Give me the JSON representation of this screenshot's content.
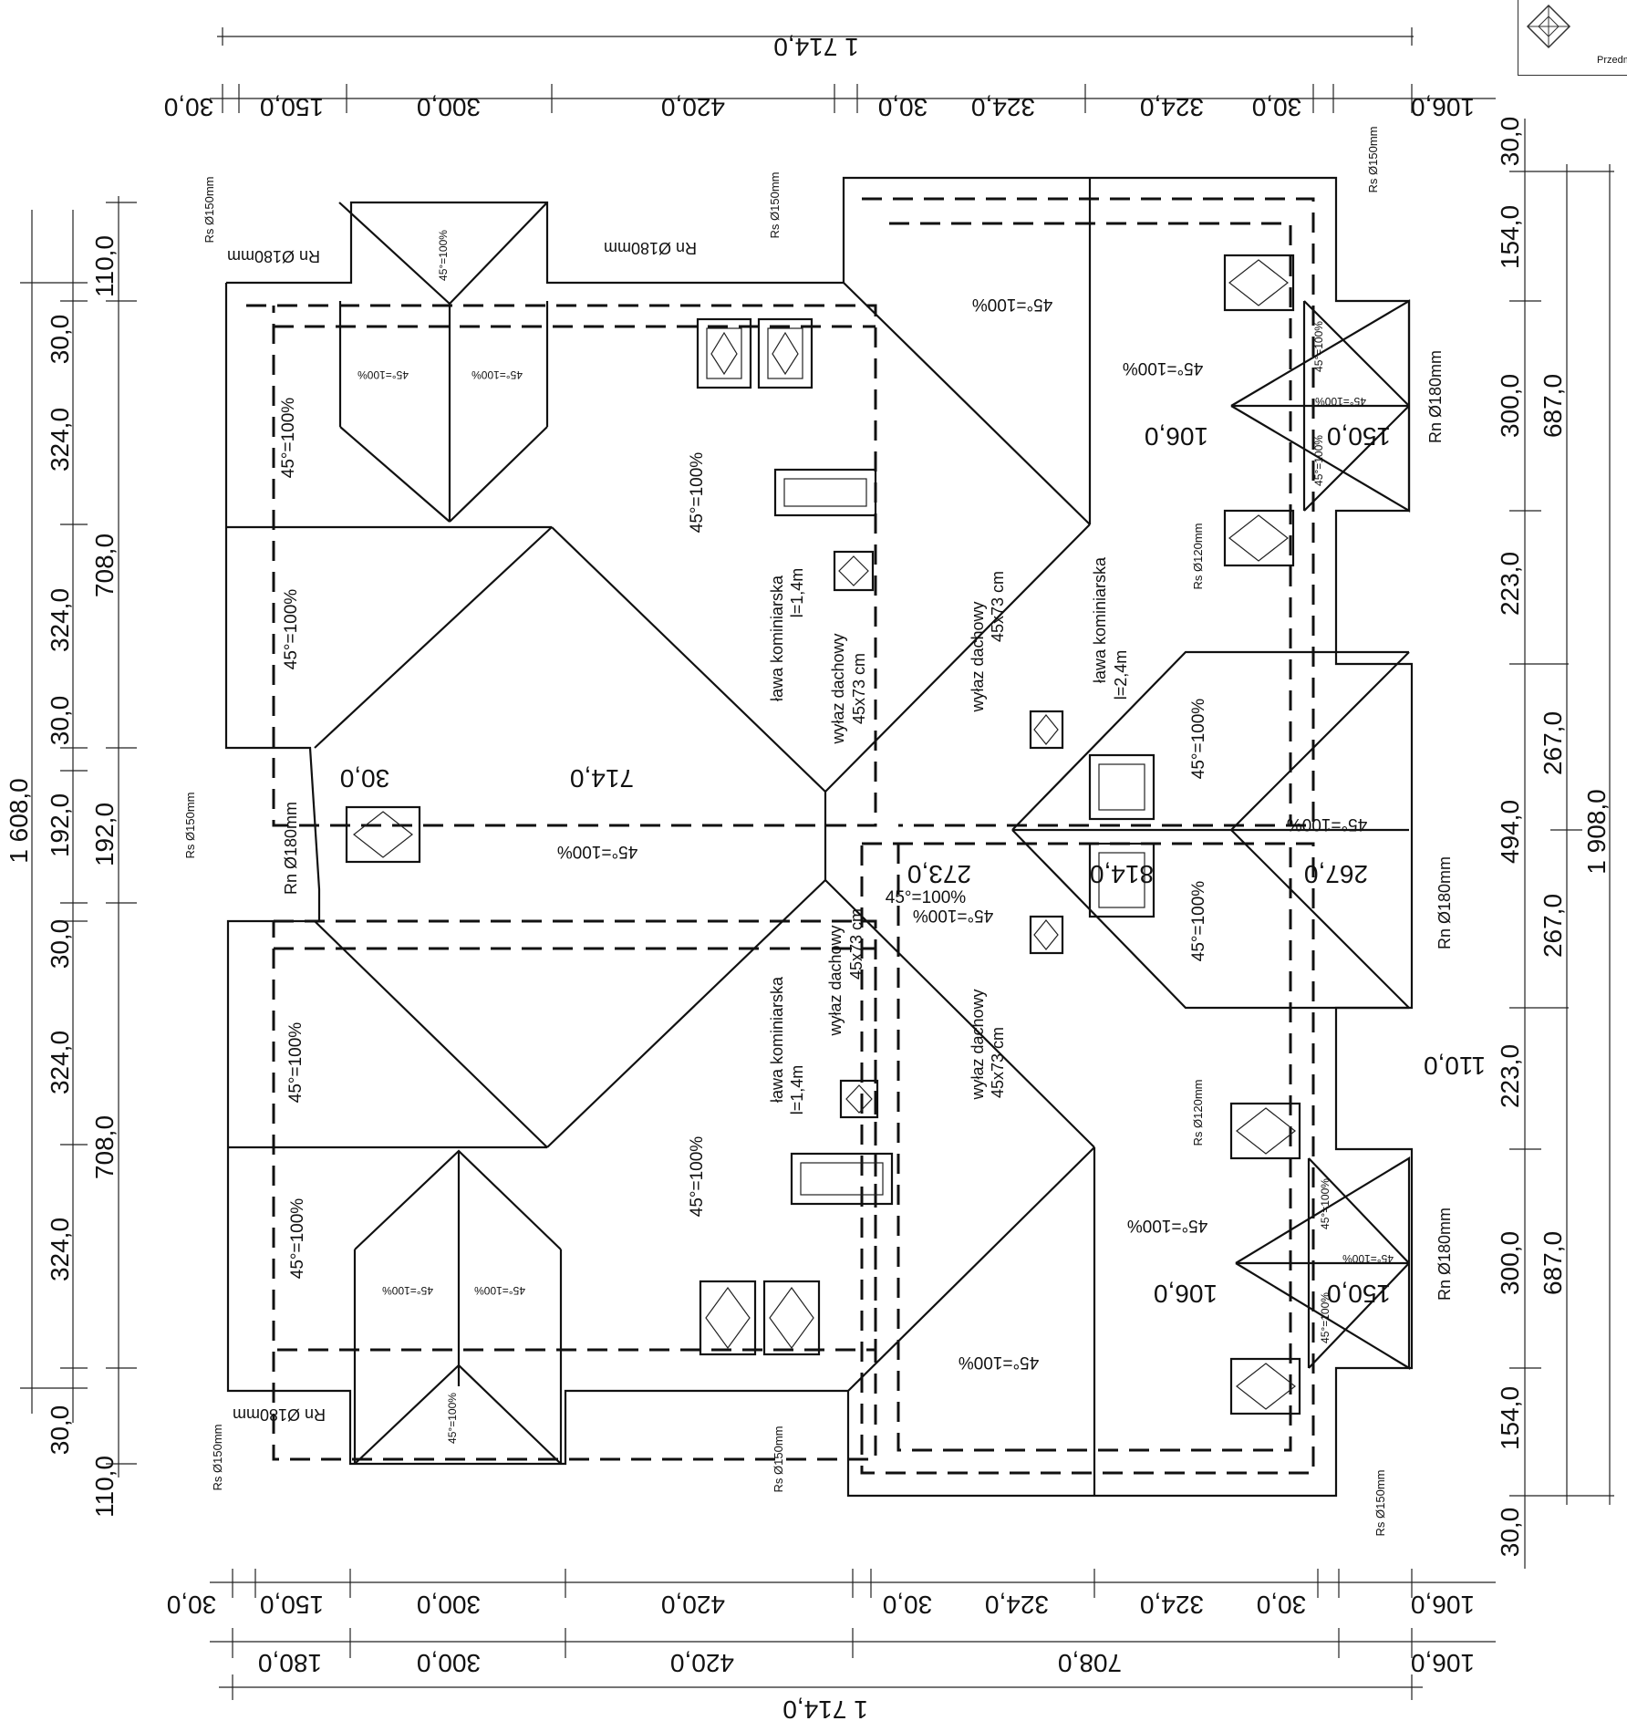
{
  "title_block": {
    "text": "Przedmiot r"
  },
  "dims_top_outer": {
    "total": "1 714,0"
  },
  "dims_top": [
    "30,0",
    "150,0",
    "300,0",
    "420,0",
    "30,0",
    "324,0",
    "324,0",
    "30,0",
    "106,0"
  ],
  "dims_bottom_1": [
    "30,0",
    "150,0",
    "300,0",
    "420,0",
    "30,0",
    "324,0",
    "324,0",
    "30,0",
    "106,0"
  ],
  "dims_bottom_2": [
    "180,0",
    "300,0",
    "420,0",
    "708,0",
    "106,0"
  ],
  "dims_bottom_total": "1 714,0",
  "dims_left_outer": {
    "total": "1 608,0"
  },
  "dims_left_1": [
    "30,0",
    "324,0",
    "324,0",
    "30,0",
    "192,0",
    "30,0",
    "324,0",
    "324,0",
    "30,0"
  ],
  "dims_left_2": [
    "110,0",
    "708,0",
    "192,0",
    "708,0",
    "110,0"
  ],
  "dims_right_1": [
    "30,0",
    "154,0",
    "300,0",
    "223,0",
    "494,0",
    "223,0",
    "300,0",
    "154,0",
    "30,0"
  ],
  "dims_right_2": [
    "687,0",
    "267,0",
    "267,0",
    "687,0"
  ],
  "dims_right_total": "1 908,0",
  "inner_dims": {
    "d714": "714,0",
    "d30": "30,0",
    "d273": "273,0",
    "d814": "814,0",
    "d267": "267,0",
    "d106a": "106,0",
    "d150a": "150,0",
    "d106b": "106,0",
    "d150b": "150,0",
    "d110": "110,0"
  },
  "slopes": {
    "s100": "45°=100%"
  },
  "labels": {
    "rs150": "Rs Ø150mm",
    "rs120": "Rs Ø120mm",
    "rn180": "Rn Ø180mm",
    "lawa": "ława kominiarska",
    "l14": "l=1,4m",
    "l24": "l=2,4m",
    "wylaz": "wyłaz dachowy",
    "wymiar": "45x73 cm"
  }
}
